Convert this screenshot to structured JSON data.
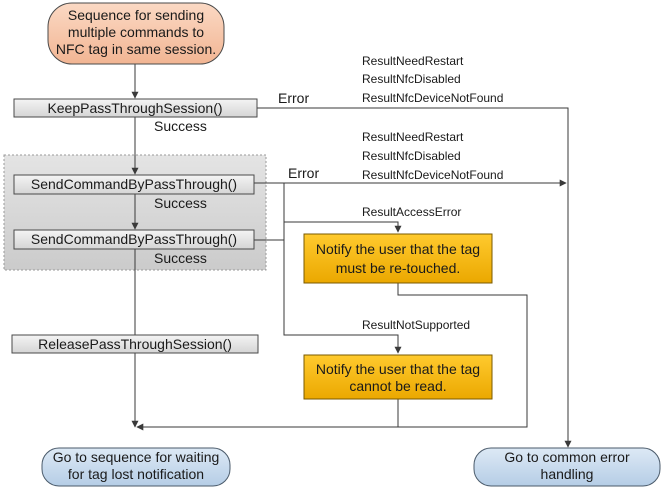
{
  "nodes": {
    "start": {
      "lines": [
        "Sequence for sending",
        "multiple commands to",
        "NFC tag in same session."
      ]
    },
    "keep_pass": {
      "label": "KeepPassThroughSession()"
    },
    "send_cmd_1": {
      "label": "SendCommandByPassThrough()"
    },
    "send_cmd_2": {
      "label": "SendCommandByPassThrough()"
    },
    "release": {
      "label": "ReleasePassThroughSession()"
    },
    "notify_retouch": {
      "lines": [
        "Notify the user that the tag",
        "must be re-touched."
      ]
    },
    "notify_unreadable": {
      "lines": [
        "Notify the user that the tag",
        "cannot be read."
      ]
    },
    "end_wait": {
      "lines": [
        "Go to sequence for waiting",
        "for tag lost notification"
      ]
    },
    "end_error": {
      "lines": [
        "Go to common error",
        "handling"
      ]
    }
  },
  "edge_labels": {
    "error_1": "Error",
    "success_1": "Success",
    "error_2": "Error",
    "success_2": "Success",
    "success_3": "Success"
  },
  "results": {
    "group_1": [
      "ResultNeedRestart",
      "ResultNfcDisabled",
      "ResultNfcDeviceNotFound"
    ],
    "group_2": [
      "ResultNeedRestart",
      "ResultNfcDisabled",
      "ResultNfcDeviceNotFound"
    ],
    "access_error": "ResultAccessError",
    "not_supported": "ResultNotSupported"
  },
  "colors": {
    "start_fill": "#f7c9ad",
    "end_fill": "#c8dcef",
    "process_fill": "#e6e6e6",
    "notify_fill": "#f5b800",
    "group_fill": "#d6d6d6"
  }
}
